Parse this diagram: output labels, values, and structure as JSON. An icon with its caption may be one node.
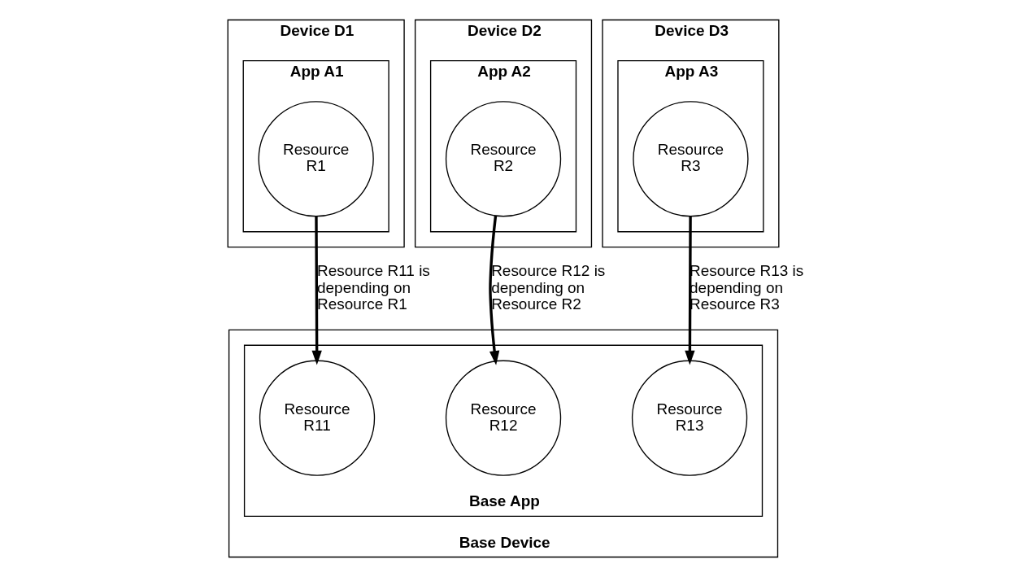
{
  "diagram": {
    "nodes": [
      {
        "text": [
          "Device D1"
        ]
      },
      {
        "text": [
          "App A1"
        ],
        "in": 0
      },
      {
        "text": [
          "Resource R1"
        ],
        "in": 1
      },
      {
        "text": [
          "Device D2"
        ]
      },
      {
        "text": [
          "App A2"
        ],
        "in": 3
      },
      {
        "text": [
          "Resource R2"
        ],
        "in": 4
      },
      {
        "text": [
          "Device D3"
        ]
      },
      {
        "text": [
          "App A3"
        ],
        "in": 6
      },
      {
        "text": [
          "Resource R3"
        ],
        "in": 7
      },
      {
        "text": [
          "Base Device"
        ]
      },
      {
        "text": [
          "Base App"
        ],
        "in": 9
      },
      {
        "text": [
          "Resource R11"
        ],
        "in": 10
      },
      {
        "text": [
          "Resource R12"
        ],
        "in": 10
      },
      {
        "text": [
          "Resource R13"
        ],
        "in": 10
      }
    ],
    "edges": [
      {
        "from": 2,
        "to": 11,
        "arrow": "to",
        "label": "Resource R11 is depending on Resource R1"
      },
      {
        "from": 5,
        "to": 12,
        "arrow": "to",
        "label": "Resource R12 is depending on Resource R2"
      },
      {
        "from": 8,
        "to": 13,
        "arrow": "to",
        "label": "Resource R13 is depending on Resource R3"
      }
    ]
  }
}
